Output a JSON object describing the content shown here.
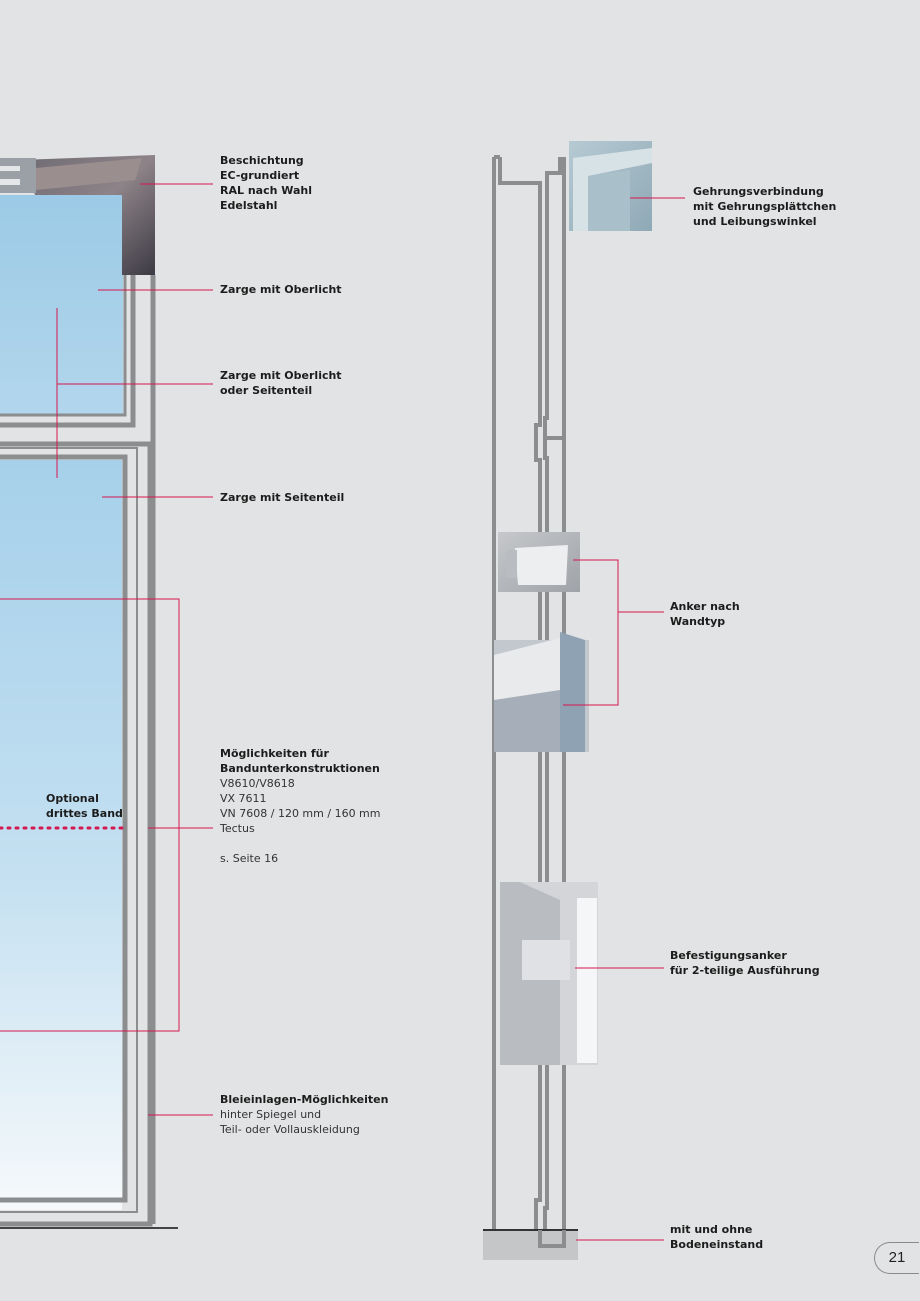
{
  "colors": {
    "accent": "#d6174f",
    "frame": "#8b8d8f",
    "glass_top": "#9ccae6",
    "glass_bottom": "#f6f9fb",
    "background": "#e2e3e4"
  },
  "left_labels": {
    "beschichtung": [
      "Beschichtung",
      "EC-grundiert",
      "RAL nach Wahl",
      "Edelstahl"
    ],
    "zarge_oberlicht": "Zarge mit Oberlicht",
    "zarge_oberlicht_seitenteil": [
      "Zarge mit Oberlicht",
      "oder Seitenteil"
    ],
    "zarge_seitenteil": "Zarge mit Seitenteil",
    "moeglichkeiten_title": [
      "Möglichkeiten für",
      "Bandunterkonstruktionen"
    ],
    "moeglichkeiten_items": [
      "V8610/V8618",
      "VX 7611",
      "VN 7608 / 120 mm / 160 mm",
      "Tectus"
    ],
    "moeglichkeiten_ref": "s. Seite 16",
    "optional": [
      "Optional",
      "drittes Band"
    ],
    "blei_title": "Bleieinlagen-Möglichkeiten",
    "blei_items": [
      "hinter Spiegel und",
      "Teil- oder Vollauskleidung"
    ]
  },
  "right_labels": {
    "gehrung": [
      "Gehrungsverbindung",
      "mit Gehrungsplättchen",
      "und Leibungswinkel"
    ],
    "anker": [
      "Anker nach",
      "Wandtyp"
    ],
    "befestigung": [
      "Befestigungsanker",
      "für 2-teilige Ausführung"
    ],
    "boden": [
      "mit und ohne",
      "Bodeneinstand"
    ]
  },
  "page_number": "21"
}
